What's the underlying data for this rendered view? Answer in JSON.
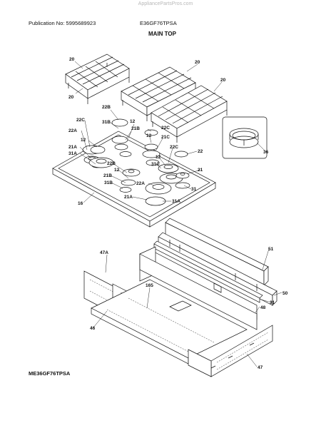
{
  "header": {
    "watermark": "AppliancePartsPros.com",
    "publication": "Publication No: 5995689923",
    "model": "E36GF76TPSA",
    "section_title": "MAIN TOP"
  },
  "footer": {
    "diagram_code": "ME36GF76TPSA"
  },
  "callouts": {
    "grate_left_top": "20",
    "grate_left_bottom": "20",
    "grate_mid": "20",
    "grate_right": "20",
    "cap_22b_top": "22B",
    "cap_22c_left": "22C",
    "cap_22a_left": "22A",
    "cap_31b_top": "31B",
    "screw_12_a": "12",
    "screw_21b_top": "21B",
    "cap_22c_mid": "22C",
    "screw_12_b": "12",
    "head_21c": "21C",
    "screw_12_left": "12",
    "cap_21a_left": "21A",
    "cap_31a_left": "31A",
    "cap_22c_right": "22C",
    "cap_22_right": "22",
    "screw_12_c": "12",
    "cap_31c": "31C",
    "cap_22b_low": "22B",
    "screw_12_d": "12",
    "cap_21_right": "21",
    "cap_21b_low": "21B",
    "cap_31b_low": "31B",
    "cap_22a_low": "22A",
    "cap_31_right": "31",
    "cap_21a_low": "21A",
    "cap_31a_low": "31A",
    "cooktop_16": "16",
    "wok_ring_36": "36",
    "frame_47a": "47A",
    "panel_51": "51",
    "panel_165": "165",
    "panel_50": "50",
    "panel_91": "91",
    "panel_48": "48",
    "tray_46": "46",
    "box_47": "47"
  }
}
